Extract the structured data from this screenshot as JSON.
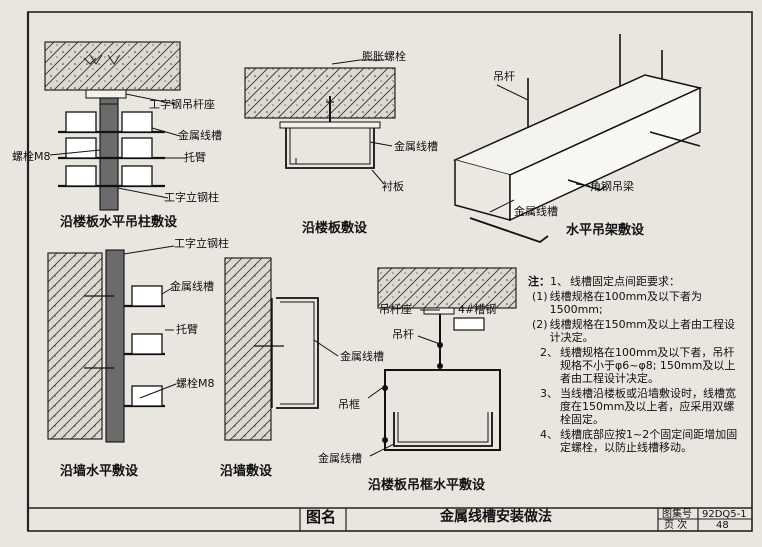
{
  "labels": {
    "i_steel_hanger_seat": "工字钢吊杆座",
    "metal_trunking_1": "金属线槽",
    "bracket_1": "托臂",
    "bolt_m8_1": "螺栓M8",
    "i_steel_column_1": "工字立钢柱",
    "expansion_bolt": "膨胀螺栓",
    "metal_trunking_2": "金属线槽",
    "liner": "衬板",
    "hanger_rod_1": "吊杆",
    "angle_steel_beam": "角钢吊梁",
    "metal_trunking_3": "金属线槽",
    "i_steel_column_2": "工字立钢柱",
    "metal_trunking_4": "金属线槽",
    "bracket_2": "托臂",
    "bolt_m8_2": "螺栓M8",
    "rod_seat": "吊杆座",
    "hanger_rod_2": "吊杆",
    "channel_steel": "4#槽钢",
    "metal_trunking_5": "金属线槽",
    "hanger_frame": "吊框",
    "metal_trunking_6": "金属线槽"
  },
  "captions": {
    "floor_column": "沿楼板水平吊柱敷设",
    "floor_slab": "沿楼板敷设",
    "horizontal_rack": "水平吊架敷设",
    "wall_horizontal": "沿墙水平敷设",
    "along_wall": "沿墙敷设",
    "floor_frame": "沿楼板吊框水平敷设"
  },
  "notes": {
    "header": "注：",
    "items": [
      {
        "num": "1、",
        "text": "线槽固定点间距要求："
      },
      {
        "num": "(1)",
        "text": "线槽规格在100mm及以下者为1500mm;"
      },
      {
        "num": "(2)",
        "text": "线槽规格在150mm及以上者由工程设计决定。"
      },
      {
        "num": "2、",
        "text": "线槽规格在100mm及以下者，吊杆规格不小于φ6~φ8; 150mm及以上者由工程设计决定。"
      },
      {
        "num": "3、",
        "text": "当线槽沿楼板或沿墙敷设时，线槽宽度在150mm及以上者，应采用双螺栓固定。"
      },
      {
        "num": "4、",
        "text": "线槽底部应按1~2个固定间距增加固定螺栓，以防止线槽移动。"
      }
    ]
  },
  "title_block": {
    "name_label": "图名",
    "title": "金属线槽安装做法",
    "atlas_label": "图集号",
    "atlas_value": "92DQ5-1",
    "page_label": "页 次",
    "page_value": "48"
  }
}
